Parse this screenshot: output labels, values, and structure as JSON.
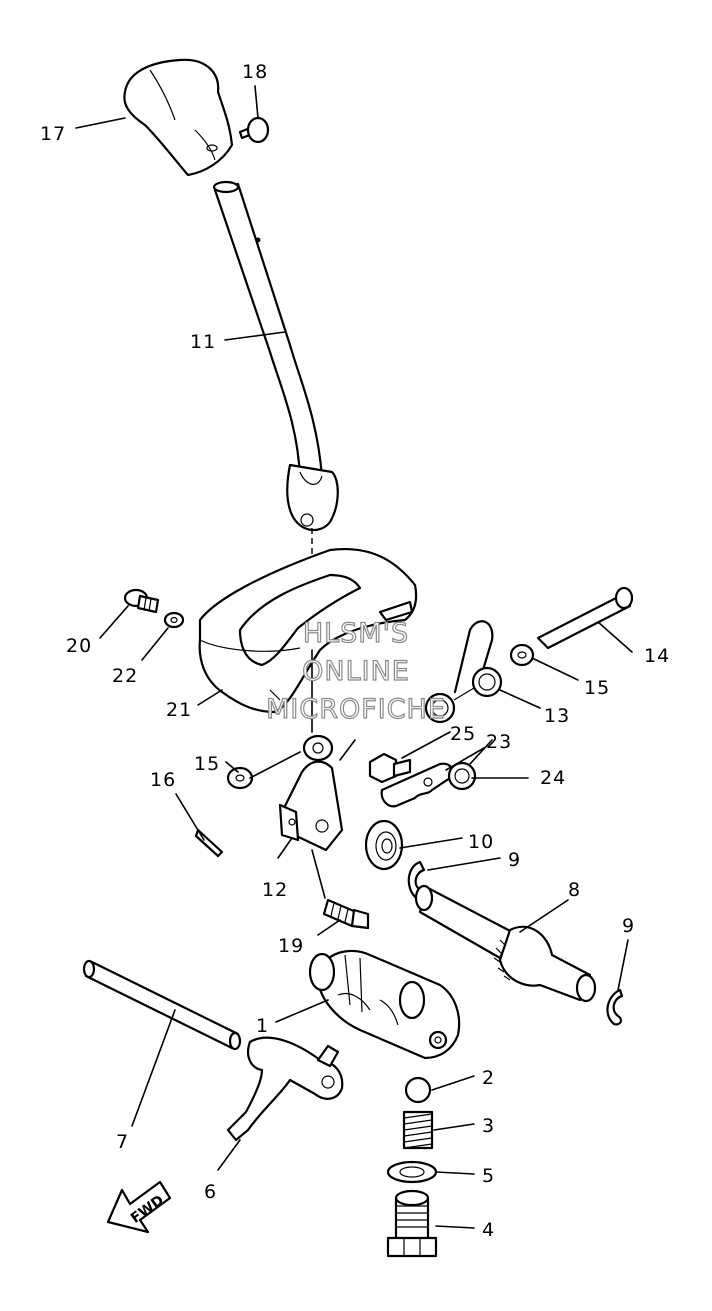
{
  "watermark": {
    "lines": [
      "HLSM'S",
      "ONLINE",
      "MICROFICHE"
    ]
  },
  "direction_arrow": {
    "label": "FWD"
  },
  "callouts": [
    {
      "id": "17",
      "label": "17"
    },
    {
      "id": "18",
      "label": "18"
    },
    {
      "id": "11",
      "label": "11"
    },
    {
      "id": "20",
      "label": "20"
    },
    {
      "id": "22",
      "label": "22"
    },
    {
      "id": "21",
      "label": "21"
    },
    {
      "id": "14",
      "label": "14"
    },
    {
      "id": "15a",
      "label": "15"
    },
    {
      "id": "13",
      "label": "13"
    },
    {
      "id": "25",
      "label": "25"
    },
    {
      "id": "23",
      "label": "23"
    },
    {
      "id": "24",
      "label": "24"
    },
    {
      "id": "15b",
      "label": "15"
    },
    {
      "id": "16",
      "label": "16"
    },
    {
      "id": "10",
      "label": "10"
    },
    {
      "id": "9a",
      "label": "9"
    },
    {
      "id": "12",
      "label": "12"
    },
    {
      "id": "8",
      "label": "8"
    },
    {
      "id": "19",
      "label": "19"
    },
    {
      "id": "9b",
      "label": "9"
    },
    {
      "id": "1",
      "label": "1"
    },
    {
      "id": "7",
      "label": "7"
    },
    {
      "id": "2",
      "label": "2"
    },
    {
      "id": "3",
      "label": "3"
    },
    {
      "id": "5",
      "label": "5"
    },
    {
      "id": "6",
      "label": "6"
    },
    {
      "id": "4",
      "label": "4"
    }
  ]
}
